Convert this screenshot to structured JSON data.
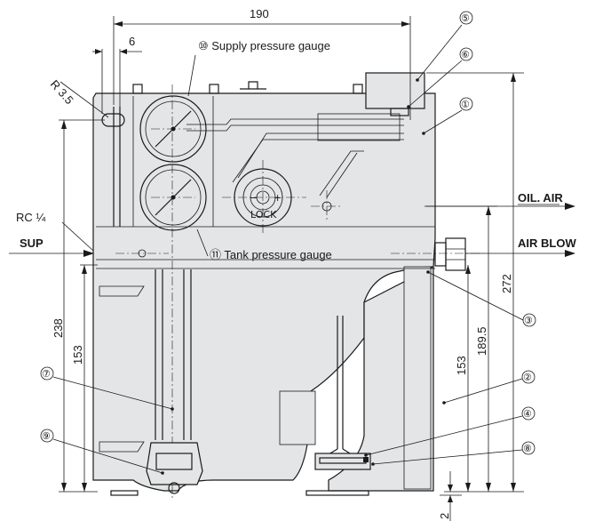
{
  "callouts": {
    "c1": "①",
    "c2": "②",
    "c3": "③",
    "c4": "④",
    "c5": "⑤",
    "c6": "⑥",
    "c7": "⑦",
    "c8": "⑧",
    "c9": "⑨"
  },
  "labels": {
    "supply_gauge": "⑩ Supply pressure gauge",
    "tank_gauge": "⑪ Tank pressure gauge",
    "oil_air": "OIL. AIR",
    "air_blow": "AIR BLOW",
    "sup": "SUP",
    "rc": "RC ¼",
    "radius": "R 3.5",
    "lock": "LOCK"
  },
  "dimensions": {
    "width_total": "190",
    "d6": "6",
    "h238": "238",
    "h153_left": "153",
    "h153_right": "153",
    "h189": "189.5",
    "h272": "272",
    "h2": "2"
  },
  "colors": {
    "body": "#e4e5e6",
    "line": "#1a1a1a"
  }
}
